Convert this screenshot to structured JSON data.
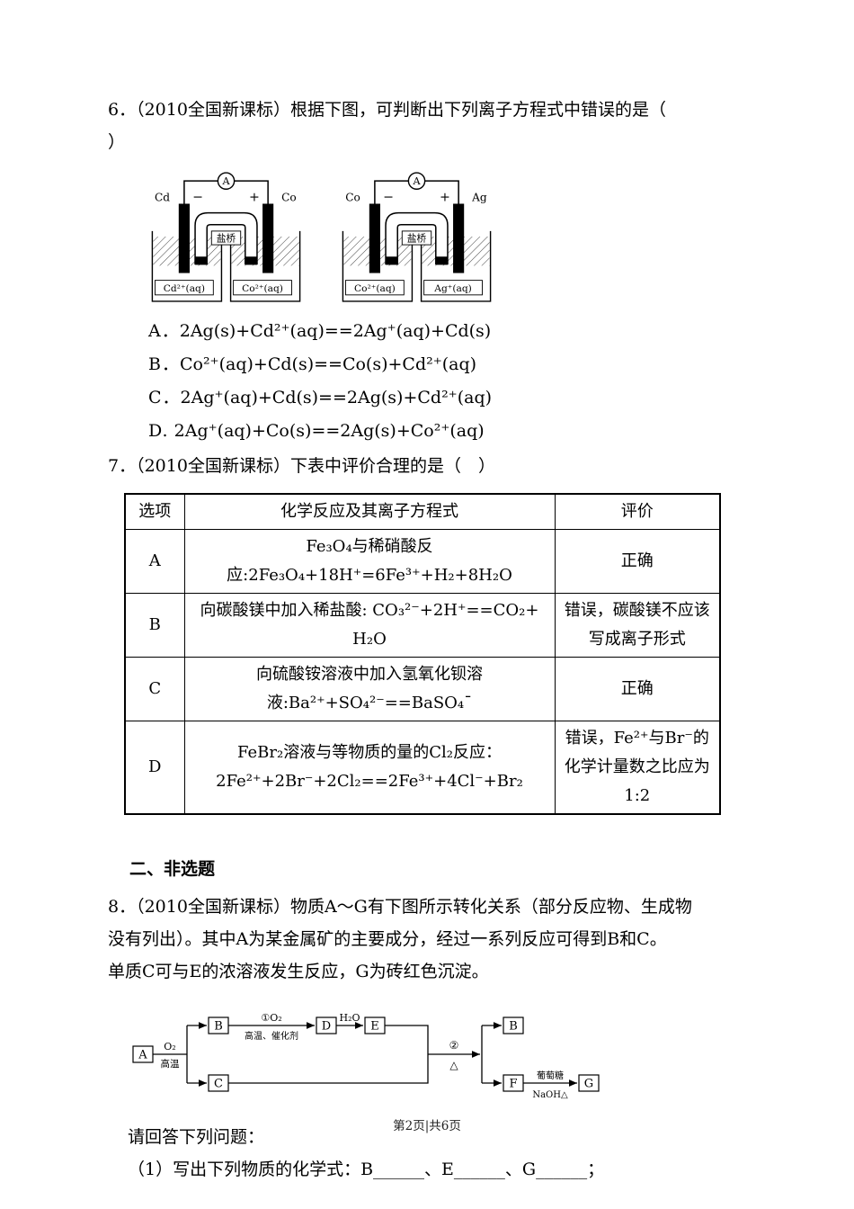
{
  "page": {
    "footer": "第2页|共6页"
  },
  "q6": {
    "stem_line1": "6．（2010全国新课标）根据下图，可判断出下列离子方程式中错误的是（",
    "stem_line2": "）",
    "cells": [
      {
        "ammeter": "A",
        "neg": "−",
        "pos": "+",
        "left_metal": "Cd",
        "right_metal": "Co",
        "bridge": "盐桥",
        "left_ion": "Cd²⁺(aq)",
        "right_ion": "Co²⁺(aq)"
      },
      {
        "ammeter": "A",
        "neg": "−",
        "pos": "+",
        "left_metal": "Co",
        "right_metal": "Ag",
        "bridge": "盐桥",
        "left_ion": "Co²⁺(aq)",
        "right_ion": "Ag⁺(aq)"
      }
    ],
    "options": [
      {
        "label": "A．",
        "formula": "2Ag(s)+Cd²⁺(aq)==2Ag⁺(aq)+Cd(s)"
      },
      {
        "label": "B．",
        "formula": "Co²⁺(aq)+Cd(s)==Co(s)+Cd²⁺(aq)"
      },
      {
        "label": "C．",
        "formula": "2Ag⁺(aq)+Cd(s)==2Ag(s)+Cd²⁺(aq)"
      },
      {
        "label": "D.",
        "formula": "2Ag⁺(aq)+Co(s)==2Ag(s)+Co²⁺(aq)"
      }
    ]
  },
  "q7": {
    "stem": "7．（2010全国新课标）下表中评价合理的是（　）",
    "table": {
      "headers": [
        "选项",
        "化学反应及其离子方程式",
        "评价"
      ],
      "rows": [
        {
          "option": "A",
          "reaction": "Fe₃O₄与稀硝酸反应:2Fe₃O₄+18H⁺=6Fe³⁺+H₂+8H₂O",
          "evaluation": "正确"
        },
        {
          "option": "B",
          "reaction": "向碳酸镁中加入稀盐酸: CO₃²⁻+2H⁺==CO₂+ H₂O",
          "evaluation": "错误，碳酸镁不应该写成离子形式"
        },
        {
          "option": "C",
          "reaction": "向硫酸铵溶液中加入氢氧化钡溶液:Ba²⁺+SO₄²⁻==BaSO₄ˉ",
          "evaluation": "正确"
        },
        {
          "option": "D",
          "reaction": "FeBr₂溶液与等物质的量的Cl₂反应：2Fe²⁺+2Br⁻+2Cl₂==2Fe³⁺+4Cl⁻+Br₂",
          "evaluation": "错误，Fe²⁺与Br⁻的化学计量数之比应为 1:2"
        }
      ]
    }
  },
  "section2": {
    "title": "二、非选题"
  },
  "q8": {
    "stem_line1": "8．（2010全国新课标）物质A～G有下图所示转化关系（部分反应物、生成物",
    "stem_line2": "没有列出）。其中A为某金属矿的主要成分，经过一系列反应可得到B和C。",
    "stem_line3": "单质C可与E的浓溶液发生反应，G为砖红色沉淀。",
    "diagram": {
      "box_a": "A",
      "box_b1": "B",
      "box_c": "C",
      "box_d": "D",
      "box_e": "E",
      "box_b2": "B",
      "box_f": "F",
      "box_g": "G",
      "a_split_above": "O₂",
      "a_split_below": "高温",
      "bd_above": "①O₂",
      "bd_below": "高温、催化剂",
      "de_above": "H₂O",
      "mid_above": "②",
      "mid_below": "△",
      "fg_above": "葡萄糖",
      "fg_below": "NaOH△"
    },
    "prompt": "请回答下列问题：",
    "sub1": "（1）写出下列物质的化学式：B______、E______、G______；"
  }
}
